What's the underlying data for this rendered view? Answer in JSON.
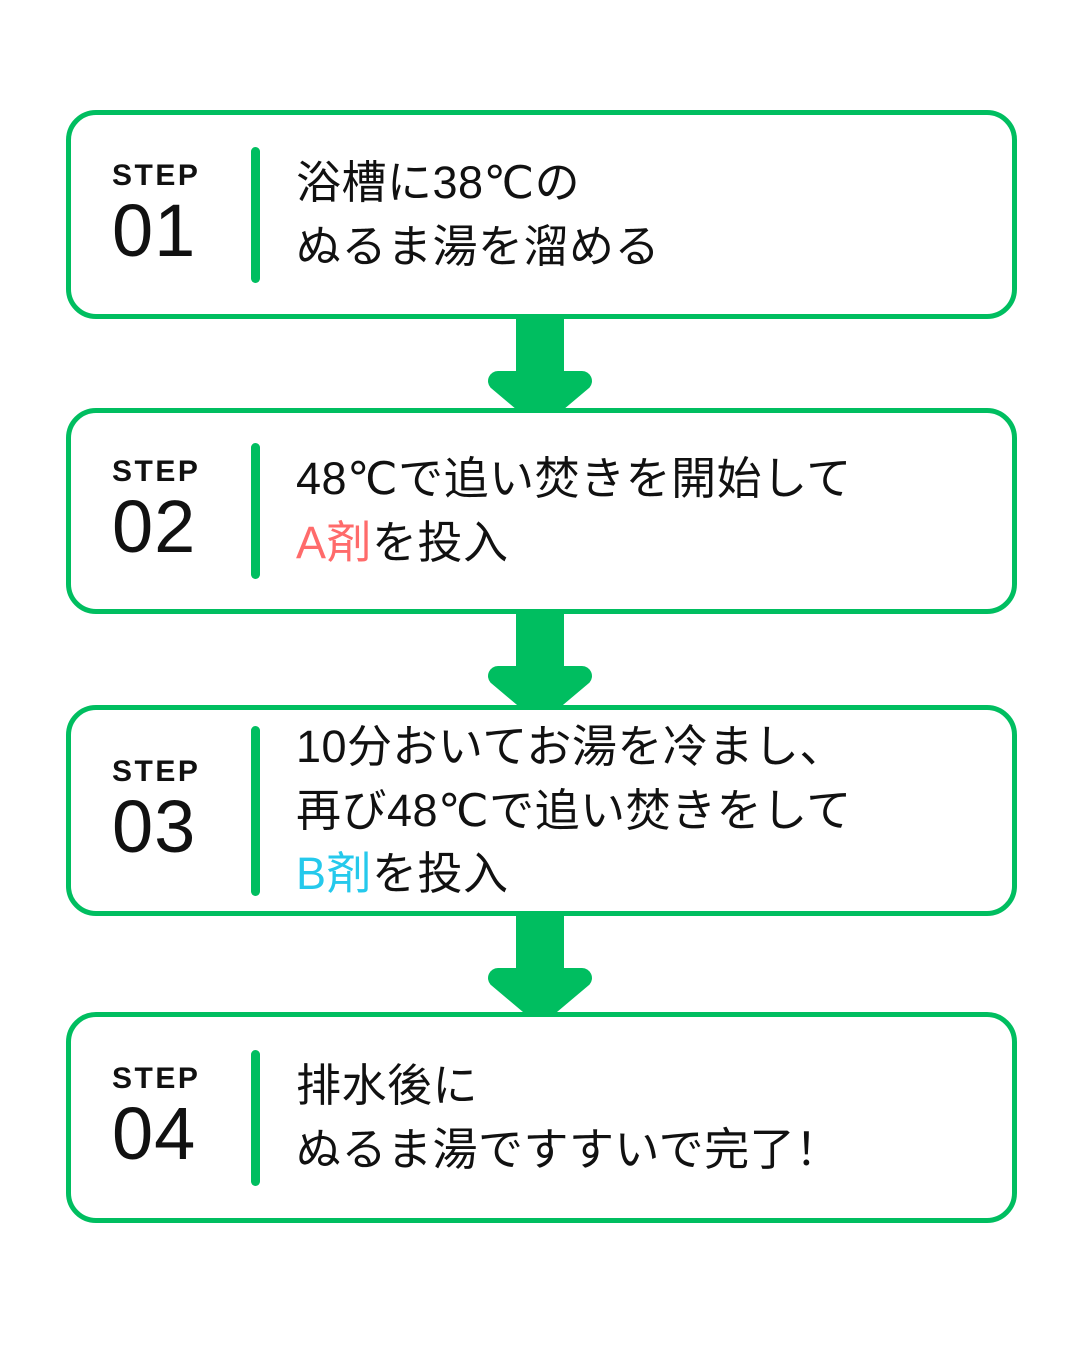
{
  "theme": {
    "green": "#00BE60",
    "accent_a": "#FF6B6B",
    "accent_b": "#25C9EC",
    "text": "#111111",
    "background": "#FFFFFF"
  },
  "steps": [
    {
      "step_word": "STEP",
      "number": "01",
      "lines": [
        {
          "parts": [
            {
              "text": "浴槽に38℃の",
              "style": "plain"
            }
          ]
        },
        {
          "parts": [
            {
              "text": "ぬるま湯を溜める",
              "style": "plain"
            }
          ]
        }
      ]
    },
    {
      "step_word": "STEP",
      "number": "02",
      "lines": [
        {
          "parts": [
            {
              "text": "48℃で追い焚きを開始して",
              "style": "plain"
            }
          ]
        },
        {
          "parts": [
            {
              "text": "A剤",
              "style": "accent-a"
            },
            {
              "text": "を投入",
              "style": "plain"
            }
          ]
        }
      ]
    },
    {
      "step_word": "STEP",
      "number": "03",
      "lines": [
        {
          "parts": [
            {
              "text": "10分おいてお湯を冷まし、",
              "style": "plain"
            }
          ]
        },
        {
          "parts": [
            {
              "text": "再び48℃で追い焚きをして",
              "style": "plain"
            }
          ]
        },
        {
          "parts": [
            {
              "text": "B剤",
              "style": "accent-b"
            },
            {
              "text": "を投入",
              "style": "plain"
            }
          ]
        }
      ]
    },
    {
      "step_word": "STEP",
      "number": "04",
      "lines": [
        {
          "parts": [
            {
              "text": "排水後に",
              "style": "plain"
            }
          ]
        },
        {
          "parts": [
            {
              "text": "ぬるま湯ですすいで完了！",
              "style": "plain"
            }
          ]
        }
      ]
    }
  ],
  "connectors": [
    {
      "icon": "arrow-down-icon",
      "from": "01",
      "to": "02"
    },
    {
      "icon": "arrow-down-icon",
      "from": "02",
      "to": "03"
    },
    {
      "icon": "arrow-down-icon",
      "from": "03",
      "to": "04"
    }
  ]
}
